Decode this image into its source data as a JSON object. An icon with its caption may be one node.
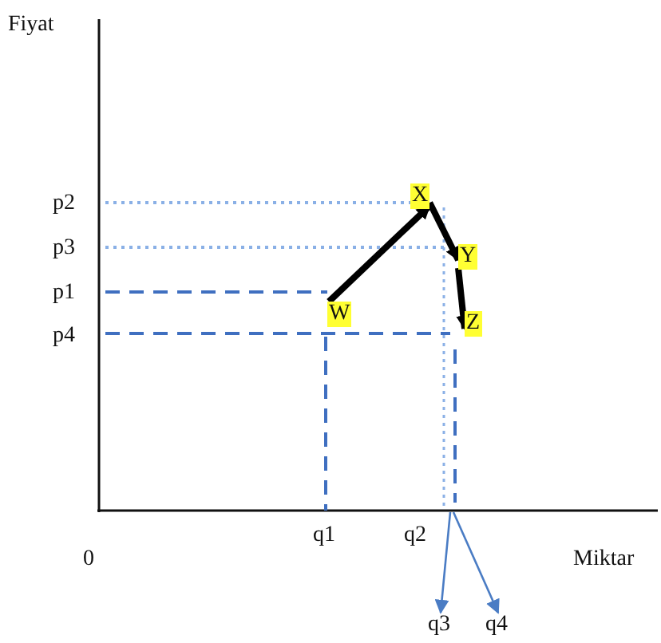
{
  "diagram": {
    "nodes": [
      {
        "text": [
          "W"
        ]
      },
      {
        "text": [
          "X"
        ]
      },
      {
        "text": [
          "Y"
        ]
      },
      {
        "text": [
          "Z"
        ]
      },
      {
        "text": [
          "q3"
        ]
      },
      {
        "text": [
          "q4"
        ]
      }
    ],
    "edges": [
      {
        "from": 0,
        "to": 1,
        "arrow": "to"
      },
      {
        "from": 1,
        "to": 2,
        "arrow": "to"
      },
      {
        "from": 2,
        "to": 3,
        "arrow": "to"
      },
      {
        "from": null,
        "to": 4,
        "arrow": "to",
        "color": "#4a7cc4"
      },
      {
        "from": null,
        "to": 5,
        "arrow": "to",
        "color": "#4a7cc4"
      }
    ],
    "labels": [
      "Fiyat",
      "p2",
      "p3",
      "p1",
      "p4",
      "q1",
      "q2",
      "0",
      "Miktar"
    ]
  }
}
